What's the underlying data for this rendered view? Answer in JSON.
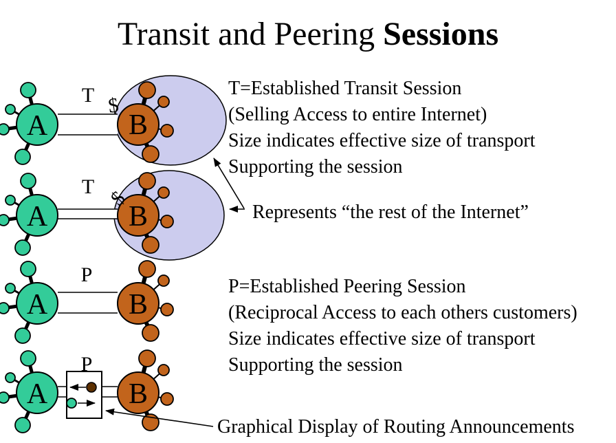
{
  "slide": {
    "title": {
      "regular": "Transit and Peering ",
      "bold": "Sessions"
    }
  },
  "colors": {
    "green": "#33CC99",
    "orange": "#C2641C",
    "cloud": "#CCCCEE",
    "brown": "#5C3000"
  },
  "rows": [
    {
      "session": "T",
      "dollar": "$",
      "a": "A",
      "b": "B"
    },
    {
      "session": "T",
      "dollar": "$",
      "a": "A",
      "b": "B"
    },
    {
      "session": "P",
      "a": "A",
      "b": "B"
    },
    {
      "session": "P",
      "a": "A",
      "b": "B"
    }
  ],
  "annotations": {
    "transit_lines": [
      "T=Established Transit Session",
      "(Selling Access to entire Internet)",
      "Size indicates effective size of transport",
      "Supporting the session"
    ],
    "internet": "Represents “the rest of the Internet”",
    "peering_lines": [
      "P=Established Peering Session",
      "(Reciprocal Access to each others customers)",
      "Size indicates effective size of transport",
      "Supporting the session"
    ],
    "routing": "Graphical Display of Routing Announcements"
  }
}
